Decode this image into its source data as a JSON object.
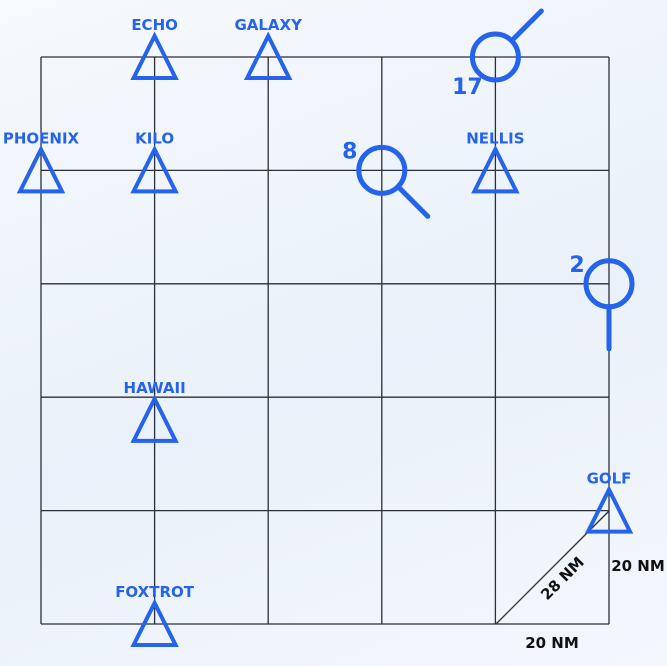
{
  "waypoints": [
    {
      "id": "echo",
      "name": "ECHO",
      "col": 1,
      "row": 0
    },
    {
      "id": "galaxy",
      "name": "GALAXY",
      "col": 2,
      "row": 0
    },
    {
      "id": "phoenix",
      "name": "PHOENIX",
      "col": 0,
      "row": 1
    },
    {
      "id": "kilo",
      "name": "KILO",
      "col": 1,
      "row": 1
    },
    {
      "id": "nellis",
      "name": "NELLIS",
      "col": 4,
      "row": 1
    },
    {
      "id": "hawaii",
      "name": "HAWAII",
      "col": 1,
      "row": 3.2
    },
    {
      "id": "golf",
      "name": "GOLF",
      "col": 5,
      "row": 4
    },
    {
      "id": "foxtrot",
      "name": "FOXTROT",
      "col": 1,
      "row": 5
    }
  ],
  "tracks": [
    {
      "id": "17",
      "label": "17",
      "col": 4,
      "row": 0,
      "heading": 45
    },
    {
      "id": "8",
      "label": "8",
      "col": 3,
      "row": 1,
      "heading": 135
    },
    {
      "id": "2",
      "label": "2",
      "col": 5,
      "row": 2,
      "heading": 180
    }
  ],
  "scale": {
    "horizontal_label": "20 NM",
    "vertical_label": "20 NM",
    "diagonal_label": "28 NM"
  },
  "colors": {
    "symbol": "#2563eb",
    "grid": "#2a2f3a"
  }
}
